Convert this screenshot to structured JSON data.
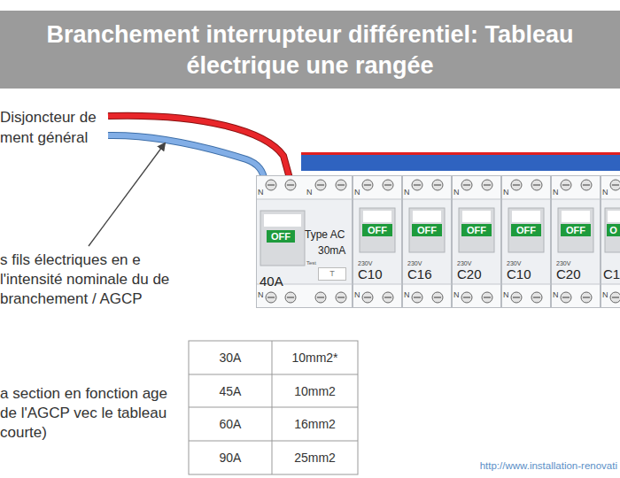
{
  "diagram": {
    "title": "Branchement interrupteur différentiel: Tableau électrique une rangée",
    "nodes": [
      {
        "text": [
          "N",
          "N",
          "OFF",
          "Type AC",
          "30mA",
          "40A",
          "Test",
          "T",
          "N"
        ]
      },
      {
        "text": [
          "N",
          "OFF",
          "230V",
          "C10",
          "N"
        ]
      },
      {
        "text": [
          "N",
          "OFF",
          "230V",
          "C16",
          "N"
        ]
      },
      {
        "text": [
          "N",
          "OFF",
          "230V",
          "C20",
          "N"
        ]
      },
      {
        "text": [
          "N",
          "OFF",
          "230V",
          "C10",
          "N"
        ]
      },
      {
        "text": [
          "N",
          "OFF",
          "230V",
          "C20",
          "N"
        ]
      },
      {
        "text": [
          "N",
          "O",
          "C1",
          "N"
        ]
      }
    ],
    "labels": [
      "Disjoncteur de ment général",
      "s fils électriques en e l'intensité nominale du de branchement / AGCP",
      "a section en fonction age de l'AGCP vec le tableau courte)",
      "30A",
      "10mm2*",
      "45A",
      "10mm2",
      "60A",
      "16mm2",
      "90A",
      "25mm2",
      "http://www.installation-renovati"
    ]
  }
}
